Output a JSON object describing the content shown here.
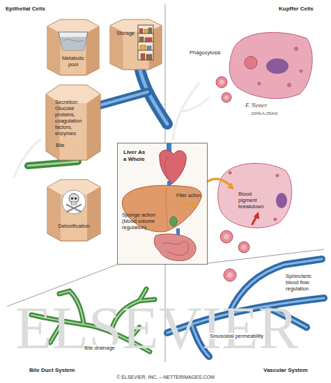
{
  "diagram": {
    "nodes": [
      {
        "text": [
          "Metabolic pool"
        ]
      },
      {
        "text": [
          "Storage"
        ]
      },
      {
        "text": [
          "Secretion: Glucose proteins, coagulation factors, enzymes",
          "Bile"
        ]
      },
      {
        "text": [
          "Detoxification"
        ]
      },
      {
        "text": [
          "Liver As a Whole",
          "Filter action",
          "Sponge action (blood volume regulation)"
        ]
      }
    ],
    "labels": [
      "Epithelial Cells",
      "Kupffer Cells",
      "Phagocytosis",
      "Blood pigment breakdown",
      "F. Netter",
      "JOHN A.CRAIG",
      "Bile drainage",
      "Bile Duct System",
      "Sphincteric blood flow regulation",
      "Sinusoidal permeability",
      "Vascular System",
      "ELSEVIER",
      "© ELSEVIER, INC. – NETTERIMAGES.COM"
    ]
  }
}
